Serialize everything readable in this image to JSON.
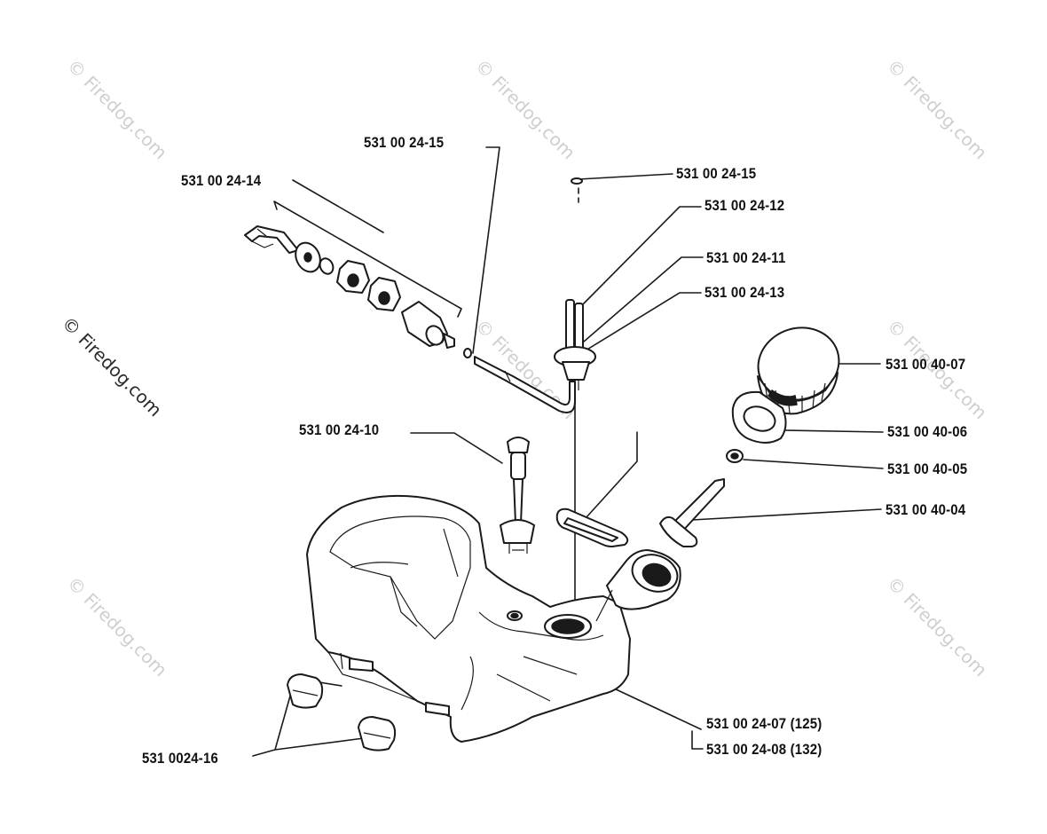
{
  "watermark": "© Firedog.com",
  "part_labels": {
    "check_valve_15_left": "531 00 24-15",
    "pump_assembly_14": "531 00 24-14",
    "check_valve_15_right": "531 00 24-15",
    "fuel_filter_12": "531 00 24-12",
    "grommet_11": "531 00 24-11",
    "fuel_line_13": "531 00 24-13",
    "fuel_cap_07": "531 00 40-07",
    "gasket_06": "531 00 40-06",
    "retainer_05": "531 00 40-05",
    "strap_04": "531 00 40-04",
    "pickup_tube_10": "531 00 24-10",
    "tank_125": "531 00 24-07 (125)",
    "tank_132": "531 00 24-08 (132)",
    "mounts_16": "531 0024-16"
  }
}
